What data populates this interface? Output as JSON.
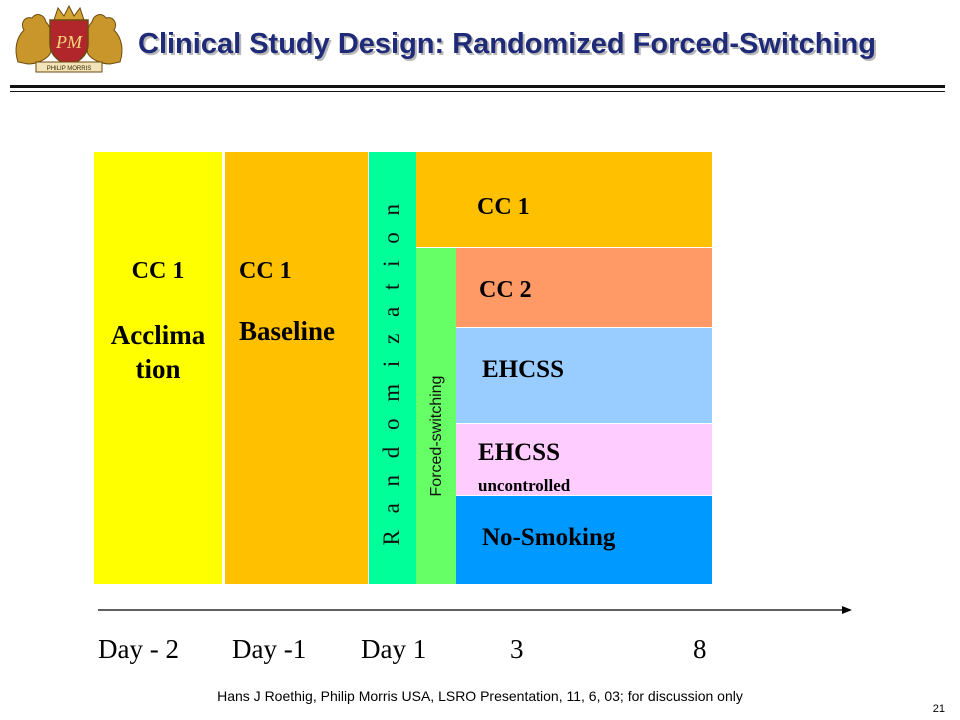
{
  "header": {
    "title": "Clinical Study Design: Randomized Forced-Switching",
    "logo_icon": "philip-morris-crest-icon",
    "logo_monogram": "PM",
    "logo_banner_text": "PHILIP MORRIS"
  },
  "diagram": {
    "acclimation": {
      "line1": "CC 1",
      "line2": "Acclima",
      "line3": "tion",
      "color": "#ffff00"
    },
    "baseline": {
      "line1": "CC 1",
      "line2": "Baseline",
      "color": "#ffc000"
    },
    "randomization": {
      "label": "R a n d o m i z a t i o n",
      "color": "#00ff99"
    },
    "forced_switching": {
      "label": "Forced-switching",
      "color": "#66ff66"
    },
    "arms": {
      "cc1": {
        "label": "CC 1",
        "color": "#ffc000"
      },
      "cc2": {
        "label": "CC 2",
        "color": "#ff9966"
      },
      "ehcss": {
        "label": "EHCSS",
        "color": "#99ccff"
      },
      "ehcss_uncontrolled": {
        "label": "EHCSS",
        "sublabel": "uncontrolled",
        "color": "#ffccff"
      },
      "no_smoking": {
        "label": "No-Smoking",
        "color": "#0099ff"
      }
    }
  },
  "timeline": {
    "days": [
      "Day - 2",
      "Day -1",
      "Day 1",
      "3",
      "8"
    ]
  },
  "footer": {
    "text": "Hans J Roethig, Philip Morris USA, LSRO Presentation, 11, 6, 03; for discussion only",
    "page_number": "21"
  }
}
